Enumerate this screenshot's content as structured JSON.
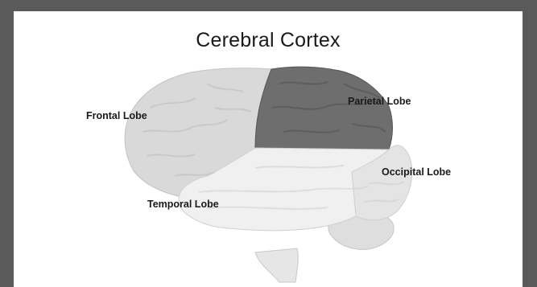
{
  "figure": {
    "title": "Cerebral Cortex",
    "labels": {
      "frontal": "Frontal Lobe",
      "parietal": "Parietal Lobe",
      "occipital": "Occipital Lobe",
      "temporal": "Temporal Lobe"
    },
    "colors": {
      "frame": "#5a5a5a",
      "frontal": "#d9d9d9",
      "parietal": "#6e6e6e",
      "occipital": "#e4e4e4",
      "temporal": "#f0f0f0",
      "cerebellum": "#dedede",
      "brainstem": "#e6e6e6"
    }
  }
}
